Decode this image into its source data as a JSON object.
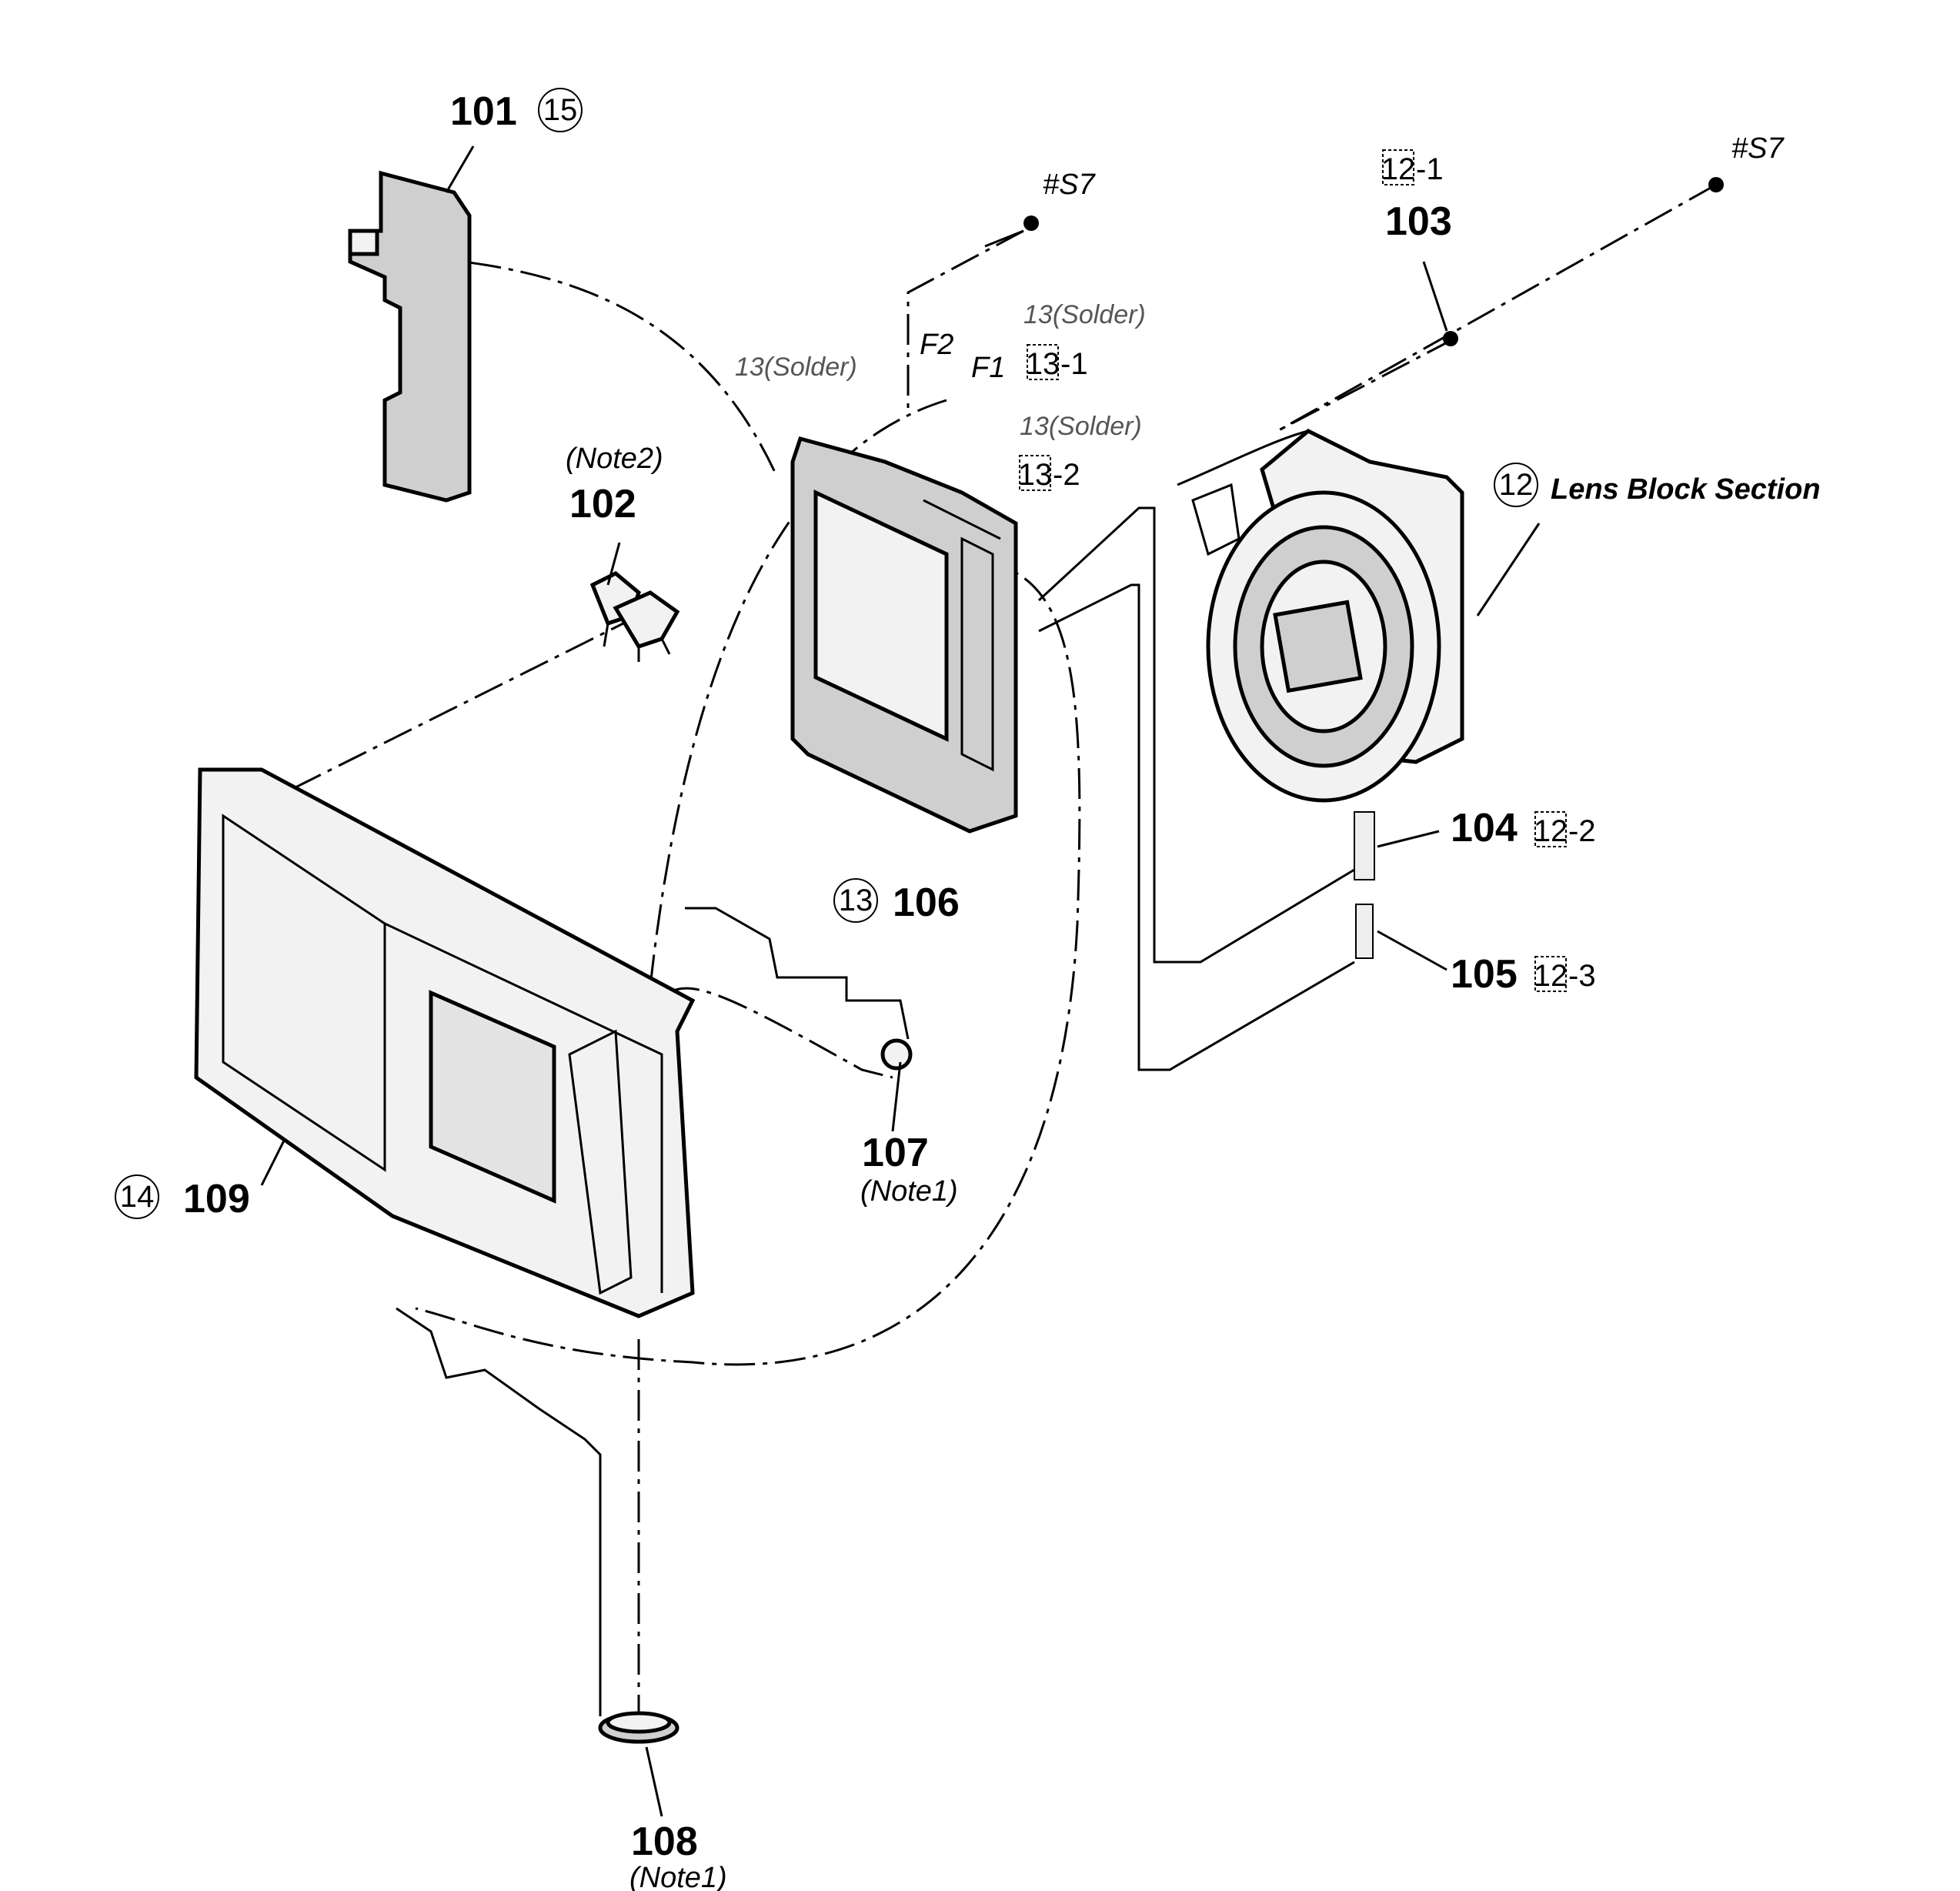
{
  "labels": {
    "p101": "101",
    "p102": "102",
    "p103": "103",
    "p104": "104",
    "p105": "105",
    "p106": "106",
    "p107": "107",
    "p108": "108",
    "p109": "109",
    "note2": "(Note2)",
    "note1_107": "(Note1)",
    "note1_108": "(Note1)",
    "s7_left": "#S7",
    "s7_right": "#S7",
    "f1": "F1",
    "f2": "F2",
    "solder_a": "13(Solder)",
    "solder_b": "13(Solder)",
    "solder_c": "13(Solder)",
    "lens_block": "Lens Block Section"
  },
  "ref_circles": {
    "c15": "15",
    "c12": "12",
    "c13": "13",
    "c14": "14"
  },
  "ref_boxes": {
    "b12_1": {
      "box": "12",
      "suffix": "-1"
    },
    "b13_1": {
      "box": "13",
      "suffix": "-1"
    },
    "b13_2": {
      "box": "13",
      "suffix": "-2"
    },
    "b12_2": {
      "box": "12",
      "suffix": "-2"
    },
    "b12_3": {
      "box": "12",
      "suffix": "-3"
    }
  }
}
